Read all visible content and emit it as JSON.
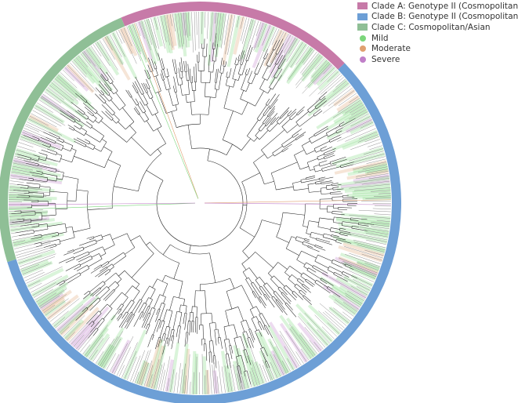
{
  "legend": {
    "clades": [
      {
        "label": "Clade A: Genotype II (Cosmopolitan)",
        "color": "#c77aa8"
      },
      {
        "label": "Clade B: Genotype II (Cosmopolitan)",
        "color": "#6d9fd6"
      },
      {
        "label": "Clade C: Cosmopolitan/Asian",
        "color": "#8fbf96"
      }
    ],
    "severity": [
      {
        "label": "Mild",
        "color": "#7bd67b"
      },
      {
        "label": "Moderate",
        "color": "#e0a070"
      },
      {
        "label": "Severe",
        "color": "#c07fc8"
      }
    ]
  },
  "tree": {
    "layout": "circular",
    "ring_segments": [
      {
        "clade": "Clade A",
        "color": "#c77aa8",
        "from_deg": -113,
        "to_deg": -44
      },
      {
        "clade": "Clade B",
        "color": "#6d9fd6",
        "from_deg": -44,
        "to_deg": 163
      },
      {
        "clade": "Clade C",
        "color": "#8fbf96",
        "from_deg": 163,
        "to_deg": 247
      }
    ]
  }
}
